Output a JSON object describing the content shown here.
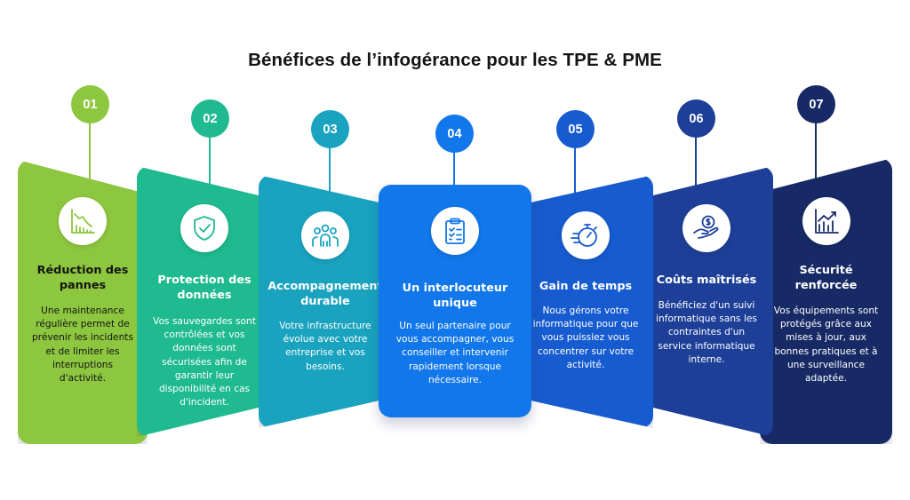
{
  "title": "Bénéfices de l’infogérance pour les TPE & PME",
  "steps": [
    {
      "number": "01",
      "title": "Réduction des pannes",
      "description": "Une maintenance régulière permet de prévenir les incidents et de limiter les interruptions d'activité.",
      "icon": "declining-chart-icon",
      "color": "#8dc63f"
    },
    {
      "number": "02",
      "title": "Protection des données",
      "description": "Vos sauvegardes sont contrôlées et vos données sont sécurisées afin de garantir leur disponibilité en cas d'incident.",
      "icon": "shield-check-icon",
      "color": "#1fba8f"
    },
    {
      "number": "03",
      "title": "Accompagnement durable",
      "description": "Votre infrastructure évolue avec votre entreprise et vos besoins.",
      "icon": "team-icon",
      "color": "#19a3bf"
    },
    {
      "number": "04",
      "title": "Un interlocuteur unique",
      "description": "Un seul partenaire pour vous accompagner, vous conseiller et intervenir rapidement lorsque nécessaire.",
      "icon": "clipboard-checklist-icon",
      "color": "#1177ea"
    },
    {
      "number": "05",
      "title": "Gain de temps",
      "description": "Nous gérons votre informatique pour que vous puissiez vous concentrer sur votre activité.",
      "icon": "stopwatch-icon",
      "color": "#175bd0"
    },
    {
      "number": "06",
      "title": "Coûts maîtrisés",
      "description": "Bénéficiez d'un suivi informatique sans les contraintes d'un service informatique interne.",
      "icon": "hand-coin-icon",
      "color": "#1d3f98"
    },
    {
      "number": "07",
      "title": "Sécurité renforcée",
      "description": "Vos équipements sont protégés grâce aux mises à jour, aux bonnes pratiques et à une surveillance adaptée.",
      "icon": "growth-chart-icon",
      "color": "#172a66"
    }
  ]
}
